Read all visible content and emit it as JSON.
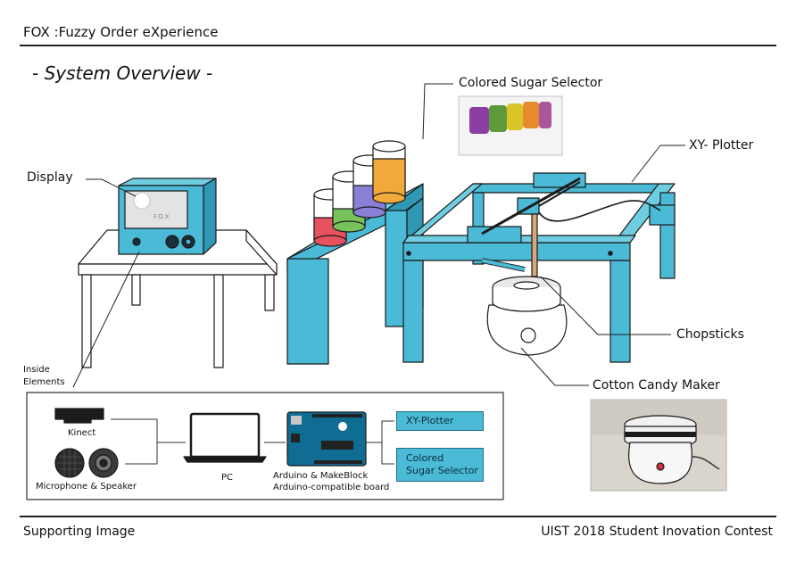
{
  "header": {
    "title": "FOX :Fuzzy Order eXperience"
  },
  "overview": {
    "title": "- System Overview -"
  },
  "labels": {
    "display": "Display",
    "sugar_selector": "Colored Sugar Selector",
    "xy_plotter": "XY- Plotter",
    "chopsticks": "Chopsticks",
    "cotton_candy_maker": "Cotton Candy Maker",
    "display_screen_text": "F.O.X"
  },
  "inside": {
    "heading_line1": "Inside",
    "heading_line2": "Elements",
    "kinect": "Kinect",
    "mic_speaker": "Microphone & Speaker",
    "pc": "PC",
    "arduino_line1": "Arduino & MakeBlock",
    "arduino_line2": "Arduino-compatible board",
    "box_xy": "XY-Plotter",
    "box_sugar_line1": "Colored",
    "box_sugar_line2": "Sugar Selector"
  },
  "footer": {
    "left": "Supporting Image",
    "right": "UIST 2018 Student Inovation Contest"
  },
  "colors": {
    "machine_blue": "#4bbad6",
    "outline": "#1a1a1a",
    "cup_red": "#e8525e",
    "cup_green": "#77c25a",
    "cup_purple": "#8a7fd6",
    "cup_orange": "#f2a93b"
  }
}
